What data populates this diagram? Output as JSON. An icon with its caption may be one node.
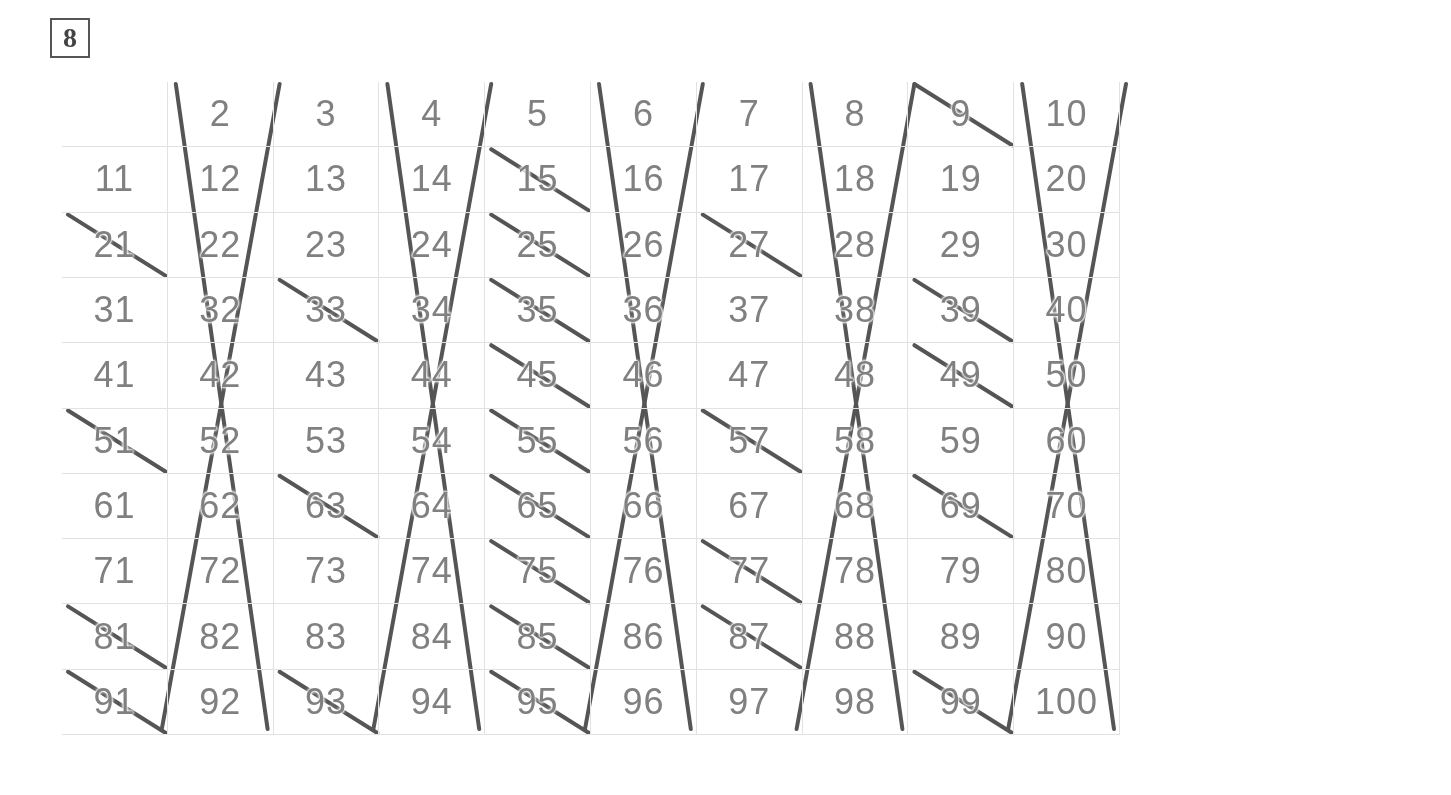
{
  "diagram": {
    "labels": [
      "8",
      "2",
      "3",
      "4",
      "5",
      "6",
      "7",
      "8",
      "9",
      "10",
      "11",
      "12",
      "13",
      "14",
      "15",
      "16",
      "17",
      "18",
      "19",
      "20",
      "21",
      "22",
      "23",
      "24",
      "25",
      "26",
      "27",
      "28",
      "29",
      "30",
      "31",
      "32",
      "33",
      "34",
      "35",
      "36",
      "37",
      "38",
      "39",
      "40",
      "41",
      "42",
      "43",
      "44",
      "45",
      "46",
      "47",
      "48",
      "49",
      "50",
      "51",
      "52",
      "53",
      "54",
      "55",
      "56",
      "57",
      "58",
      "59",
      "60",
      "61",
      "62",
      "63",
      "64",
      "65",
      "66",
      "67",
      "68",
      "69",
      "70",
      "71",
      "72",
      "73",
      "74",
      "75",
      "76",
      "77",
      "78",
      "79",
      "80",
      "81",
      "82",
      "83",
      "84",
      "85",
      "86",
      "87",
      "88",
      "89",
      "90",
      "91",
      "92",
      "93",
      "94",
      "95",
      "96",
      "97",
      "98",
      "99",
      "100"
    ]
  }
}
